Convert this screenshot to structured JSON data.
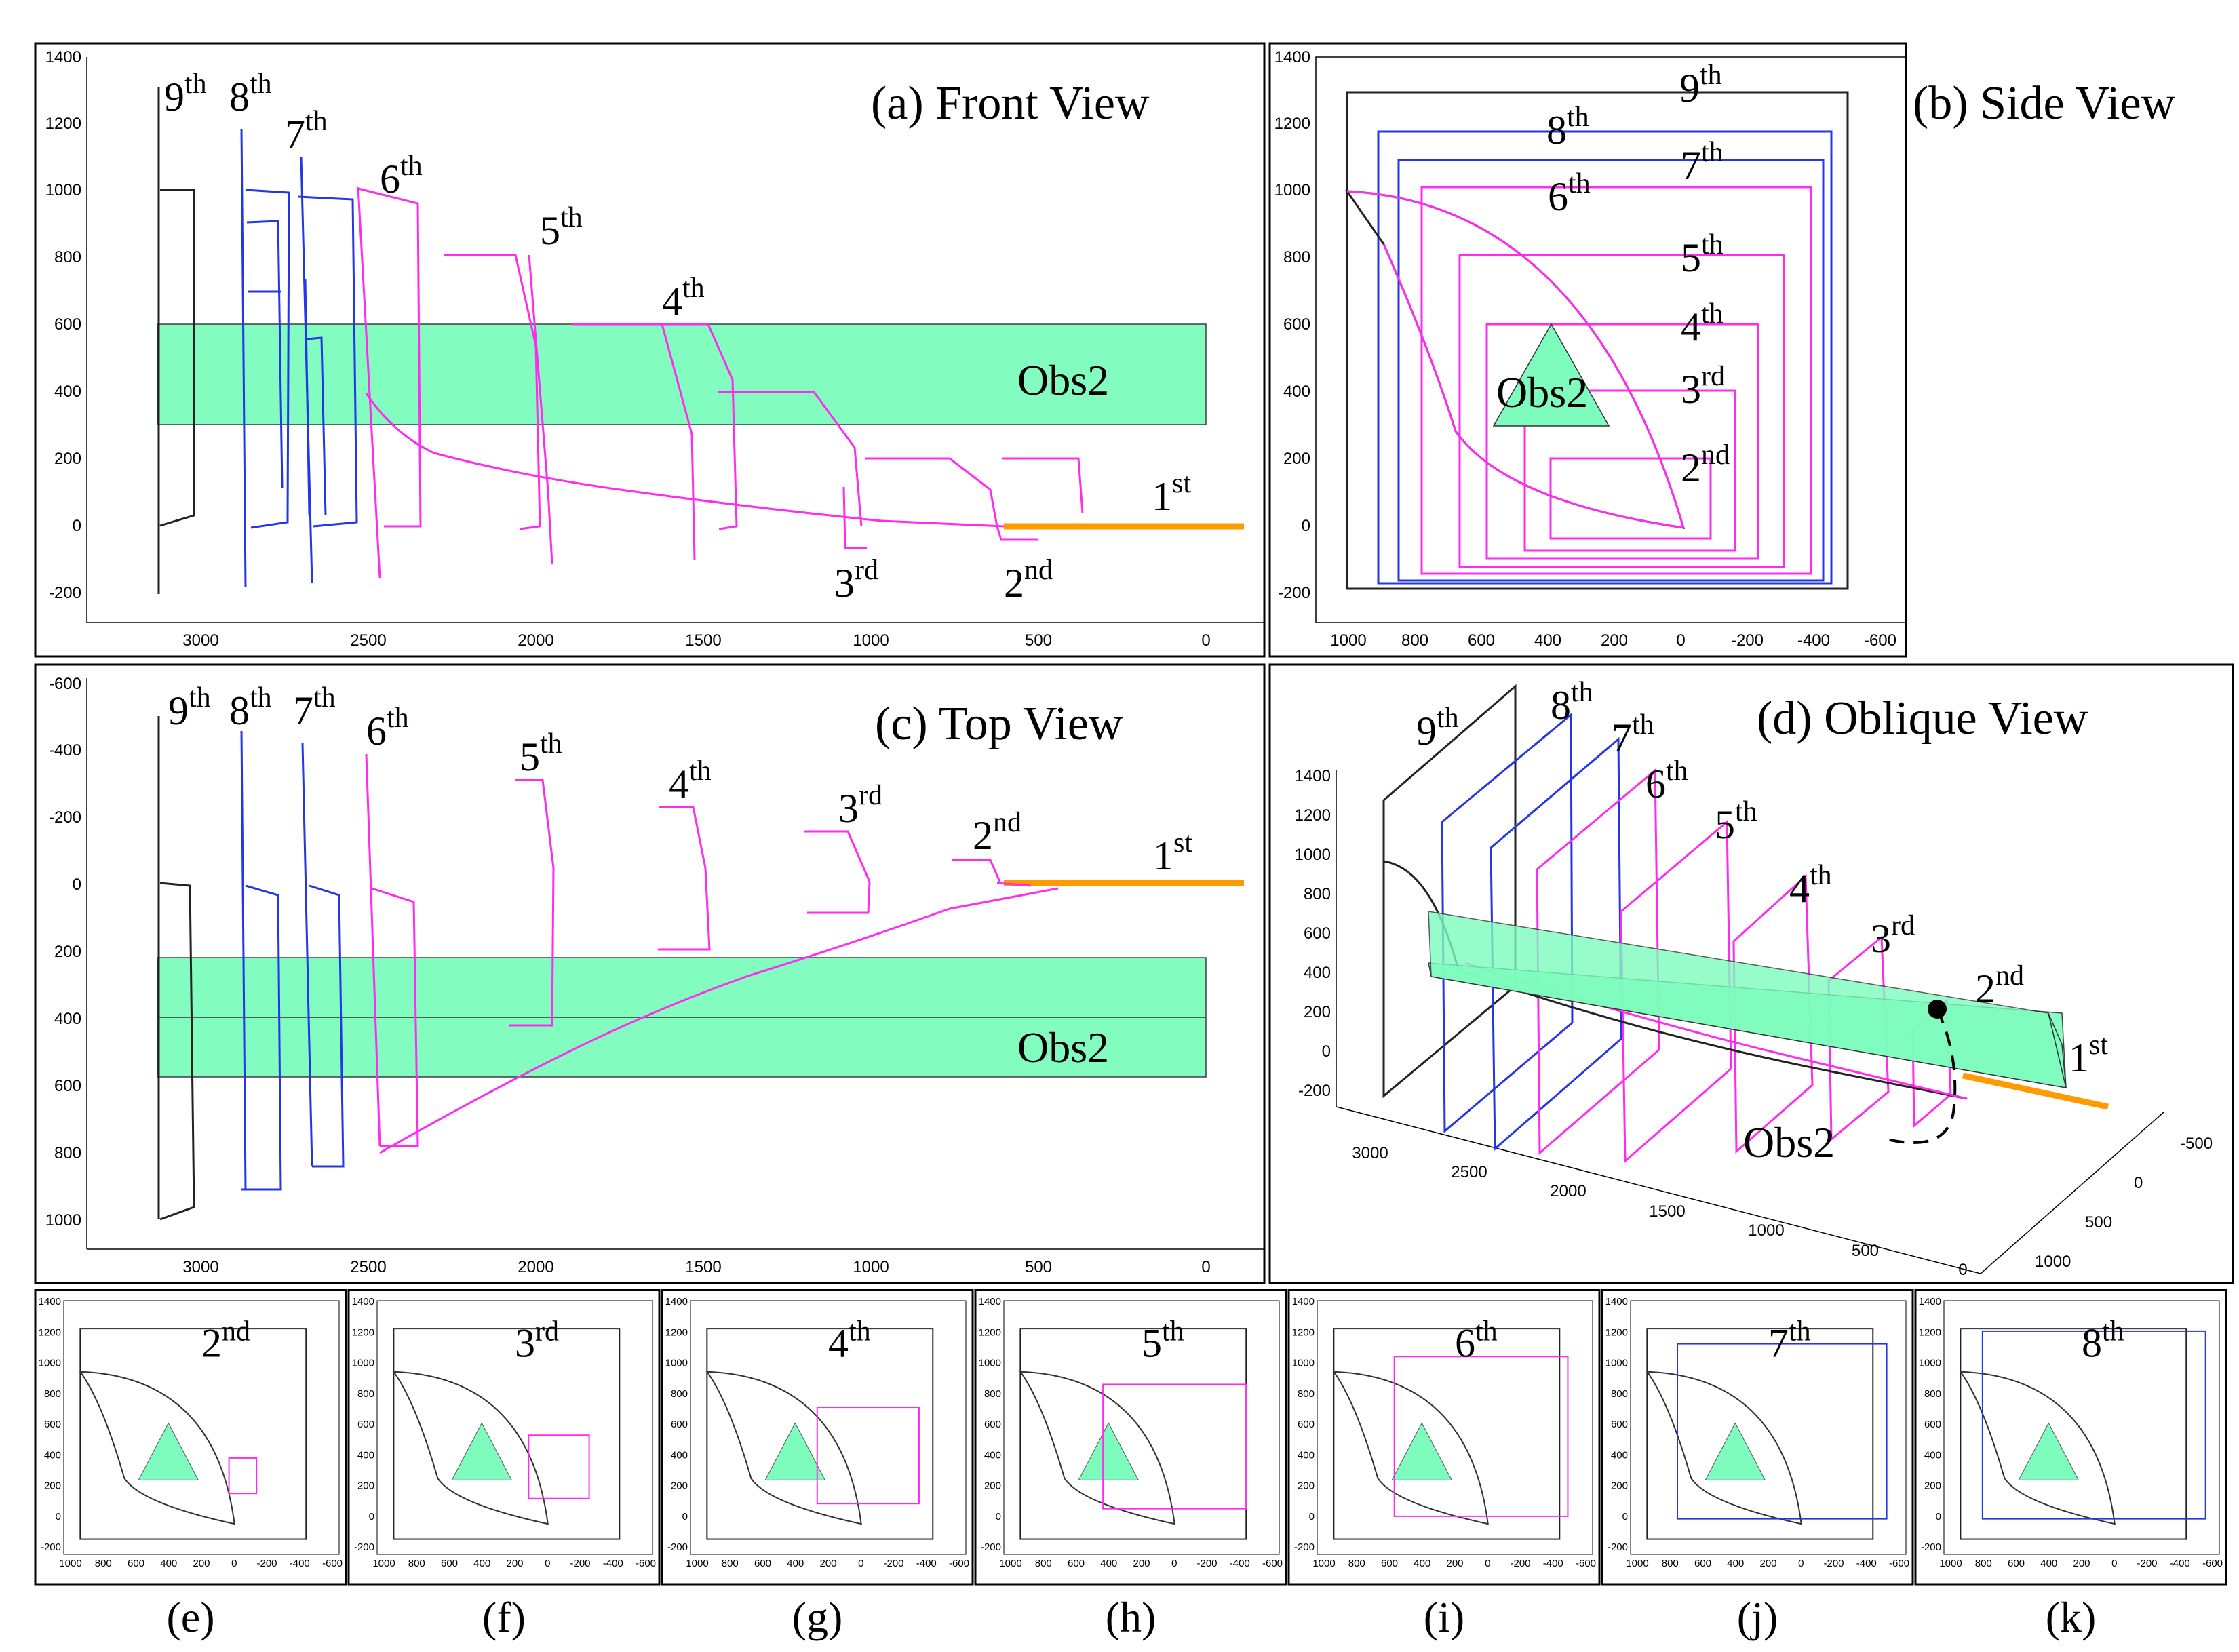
{
  "colors": {
    "blue": "#2436e6",
    "magenta": "#ff2cf0",
    "black": "#222222",
    "green": "#7dfcbd",
    "orange": "#ff9a00"
  },
  "panels": {
    "front": {
      "title": "(a) Front View",
      "obstacle": "Obs2",
      "y_ticks": [
        "1400",
        "1200",
        "1000",
        "800",
        "600",
        "400",
        "200",
        "0",
        "-200"
      ],
      "x_ticks": [
        "3000",
        "2500",
        "2000",
        "1500",
        "1000",
        "500",
        "0"
      ]
    },
    "side": {
      "title": "(b) Side View",
      "obstacle": "Obs2",
      "y_ticks": [
        "1400",
        "1200",
        "1000",
        "800",
        "600",
        "400",
        "200",
        "0",
        "-200"
      ],
      "x_ticks": [
        "1000",
        "800",
        "600",
        "400",
        "200",
        "0",
        "-200",
        "-400",
        "-600"
      ]
    },
    "top": {
      "title": "(c) Top View",
      "obstacle": "Obs2",
      "y_ticks": [
        "-600",
        "-400",
        "-200",
        "0",
        "200",
        "400",
        "600",
        "800",
        "1000"
      ],
      "x_ticks": [
        "3000",
        "2500",
        "2000",
        "1500",
        "1000",
        "500",
        "0"
      ]
    },
    "oblique": {
      "title": "(d) Oblique View",
      "obstacle": "Obs2",
      "z_ticks": [
        "1400",
        "1200",
        "1000",
        "800",
        "600",
        "400",
        "200",
        "0",
        "-200"
      ],
      "x_ticks": [
        "3000",
        "2500",
        "2000",
        "1500",
        "1000",
        "500",
        "0"
      ],
      "y_ticks": [
        "-500",
        "0",
        "500",
        "1000"
      ]
    }
  },
  "ordinals": {
    "first": {
      "num": "1",
      "sup": "st"
    },
    "second": {
      "num": "2",
      "sup": "nd"
    },
    "third": {
      "num": "3",
      "sup": "rd"
    },
    "fourth": {
      "num": "4",
      "sup": "th"
    },
    "fifth": {
      "num": "5",
      "sup": "th"
    },
    "sixth": {
      "num": "6",
      "sup": "th"
    },
    "seventh": {
      "num": "7",
      "sup": "th"
    },
    "eighth": {
      "num": "8",
      "sup": "th"
    },
    "ninth": {
      "num": "9",
      "sup": "th"
    }
  },
  "small_panels": {
    "y_ticks": [
      "1400",
      "1200",
      "1000",
      "800",
      "600",
      "400",
      "200",
      "0",
      "-200"
    ],
    "x_ticks": [
      "1000",
      "800",
      "600",
      "400",
      "200",
      "0",
      "-200",
      "-400",
      "-600"
    ],
    "items": [
      {
        "caption": "(e)",
        "num": "2",
        "sup": "nd"
      },
      {
        "caption": "(f)",
        "num": "3",
        "sup": "rd"
      },
      {
        "caption": "(g)",
        "num": "4",
        "sup": "th"
      },
      {
        "caption": "(h)",
        "num": "5",
        "sup": "th"
      },
      {
        "caption": "(i)",
        "num": "6",
        "sup": "th"
      },
      {
        "caption": "(j)",
        "num": "7",
        "sup": "th"
      },
      {
        "caption": "(k)",
        "num": "8",
        "sup": "th"
      }
    ]
  }
}
